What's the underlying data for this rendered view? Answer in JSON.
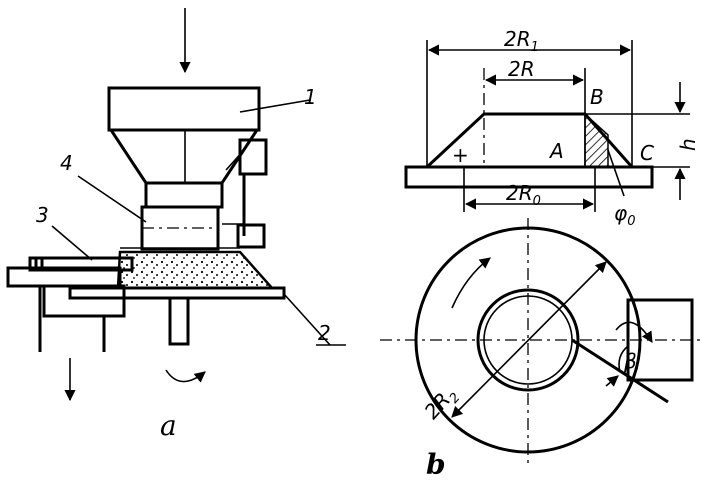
{
  "figure_a": {
    "callouts": [
      "1",
      "2",
      "3",
      "4"
    ],
    "caption": "a"
  },
  "figure_b": {
    "top_view_labels": {
      "two_r1": "2R",
      "two_r1_sub": "1",
      "two_r": "2R",
      "point_a": "A",
      "point_b": "B",
      "point_c": "C",
      "height": "h",
      "plus": "+",
      "two_r0": "2R",
      "two_r0_sub": "0",
      "phi0": "φ",
      "phi0_sub": "0"
    },
    "plan_labels": {
      "two_r2": "2R",
      "two_r2_sub": "2",
      "beta": "β"
    },
    "caption": "b"
  }
}
